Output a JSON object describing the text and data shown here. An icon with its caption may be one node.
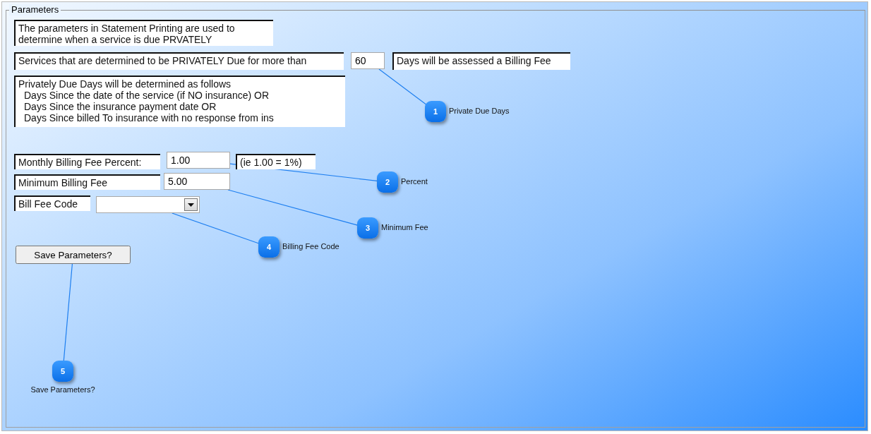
{
  "diagram": {
    "nodes": [
      {
        "text": [
          "Parameters"
        ]
      },
      {
        "text": [
          "The parameters in Statement Printing are used to determine when a service is due PRVATELY"
        ],
        "in": 0
      },
      {
        "text": [
          "Services that are determined to be PRIVATELY Due for more than"
        ],
        "in": 0
      },
      {
        "text": [
          "60"
        ],
        "in": 0
      },
      {
        "text": [
          "Days will be assessed a Billing Fee"
        ],
        "in": 0
      },
      {
        "text": [
          "Privately Due Days will be determined as follows",
          "Days Since the date of the service (if NO insurance) OR",
          "Days Since the insurance payment date OR",
          "Days Since billed To insurance with no response from ins"
        ],
        "in": 0
      },
      {
        "text": [
          "Monthly Billing Fee Percent:"
        ],
        "in": 0
      },
      {
        "text": [
          "1.00"
        ],
        "in": 0
      },
      {
        "text": [
          "(ie 1.00 = 1%)"
        ],
        "in": 0
      },
      {
        "text": [
          "Minimum Billing Fee"
        ],
        "in": 0
      },
      {
        "text": [
          "5.00"
        ],
        "in": 0
      },
      {
        "text": [
          "Bill Fee Code"
        ],
        "in": 0
      },
      {
        "text": [],
        "shape": "box",
        "in": 0
      },
      {
        "text": [
          "Save Parameters?"
        ],
        "in": 0
      },
      {
        "text": [
          "1"
        ],
        "beside": [
          "Private Due Days"
        ],
        "in": 0
      },
      {
        "text": [
          "2"
        ],
        "beside": [
          "Percent"
        ],
        "in": 0
      },
      {
        "text": [
          "3"
        ],
        "beside": [
          "Minimum Fee"
        ],
        "in": 0
      },
      {
        "text": [
          "4"
        ],
        "beside": [
          "Billing Fee Code"
        ],
        "in": 0
      },
      {
        "text": [
          "5"
        ],
        "beside": [
          "Save Parameters?"
        ],
        "in": 0
      }
    ],
    "edges": [
      {
        "from": 14,
        "to": 3,
        "arrow": "none"
      },
      {
        "from": 15,
        "to": 7,
        "arrow": "none"
      },
      {
        "from": 16,
        "to": 10,
        "arrow": "none"
      },
      {
        "from": 17,
        "to": 12,
        "arrow": "none"
      },
      {
        "from": 18,
        "to": 13,
        "arrow": "none"
      }
    ]
  }
}
